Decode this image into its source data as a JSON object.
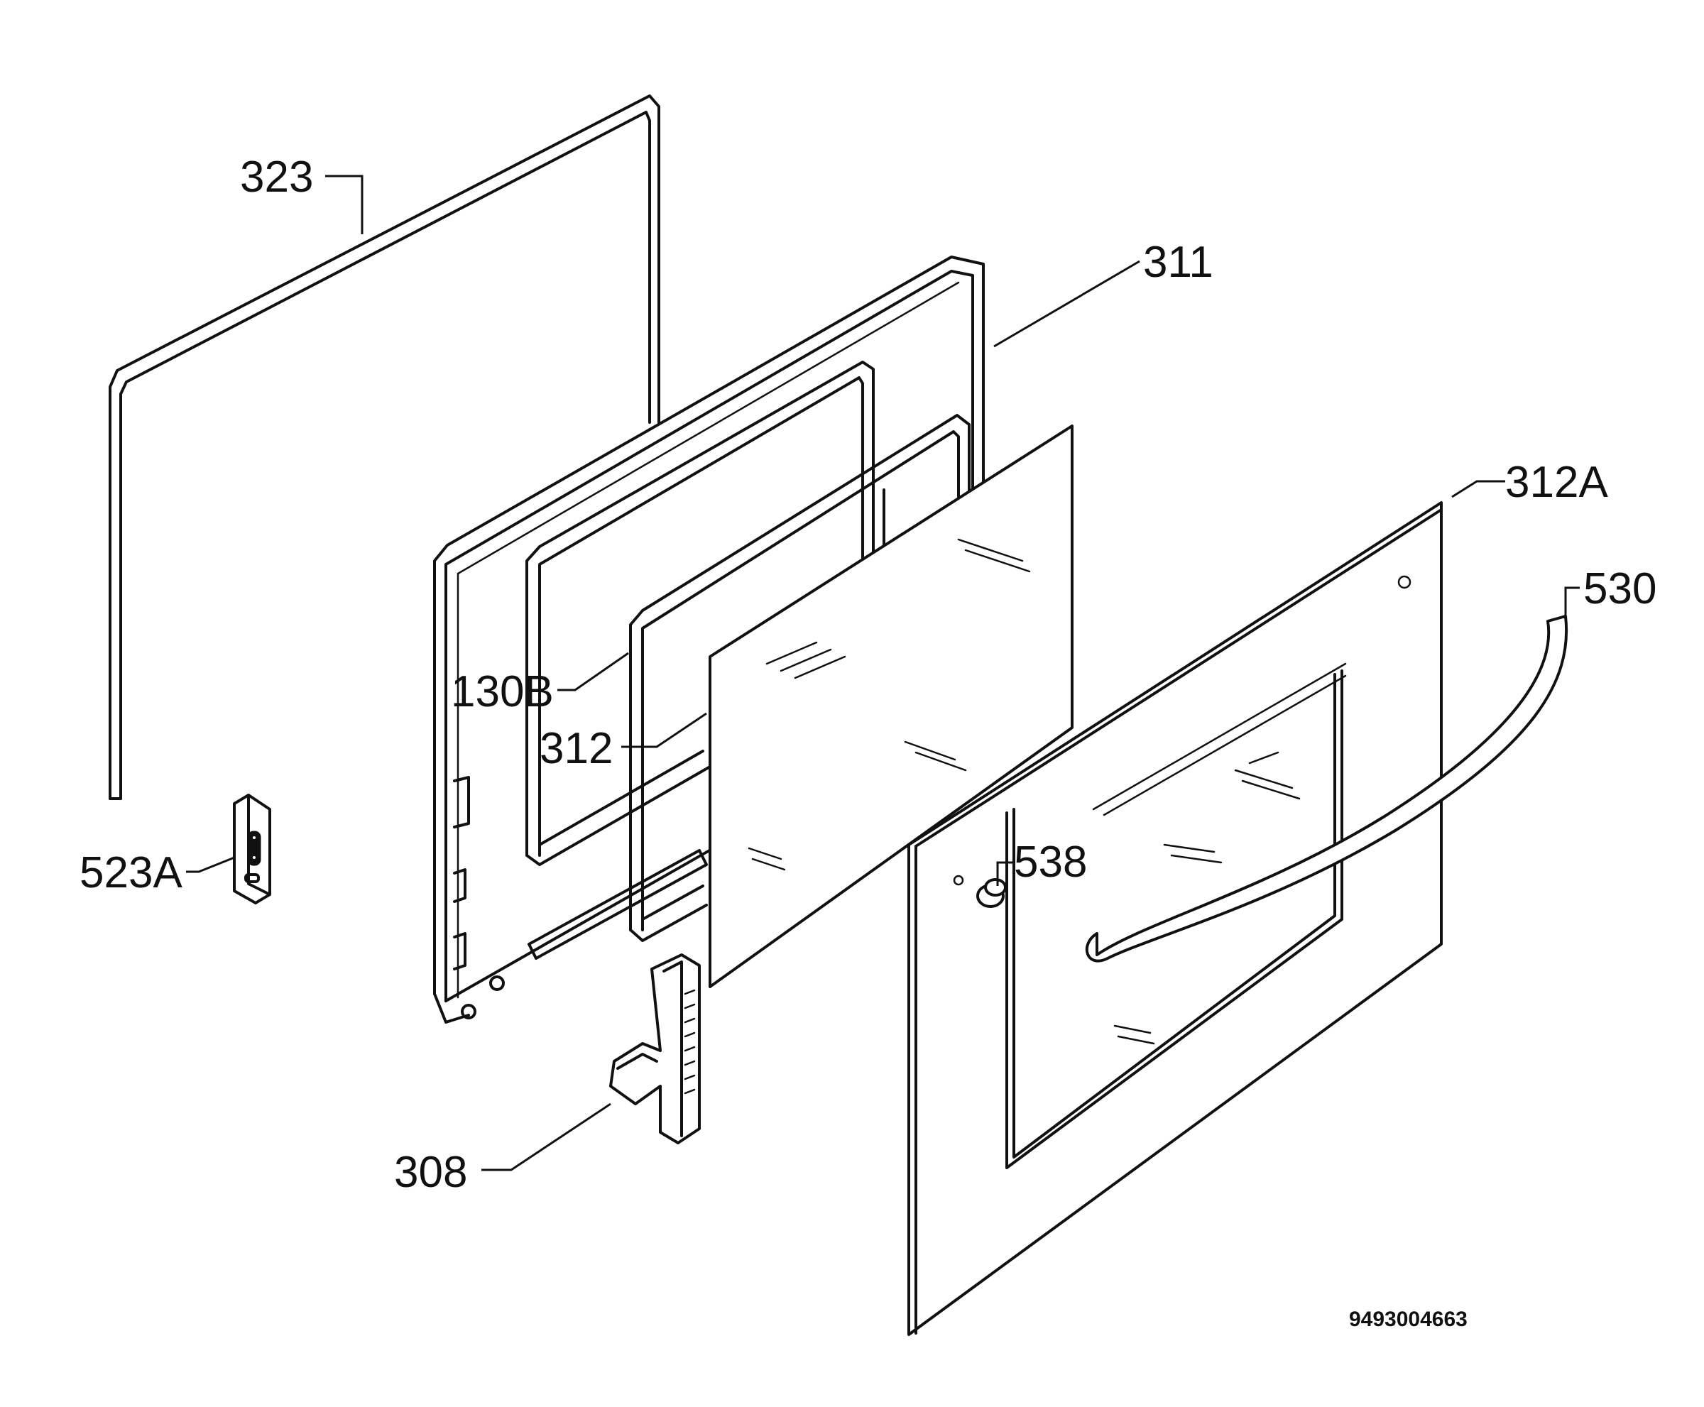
{
  "diagram": {
    "callouts": {
      "c323": "323",
      "c311": "311",
      "c312a": "312A",
      "c530": "530",
      "c130b": "130B",
      "c312": "312",
      "c523a": "523A",
      "c538": "538",
      "c308": "308"
    },
    "document_number": "9493004663"
  }
}
